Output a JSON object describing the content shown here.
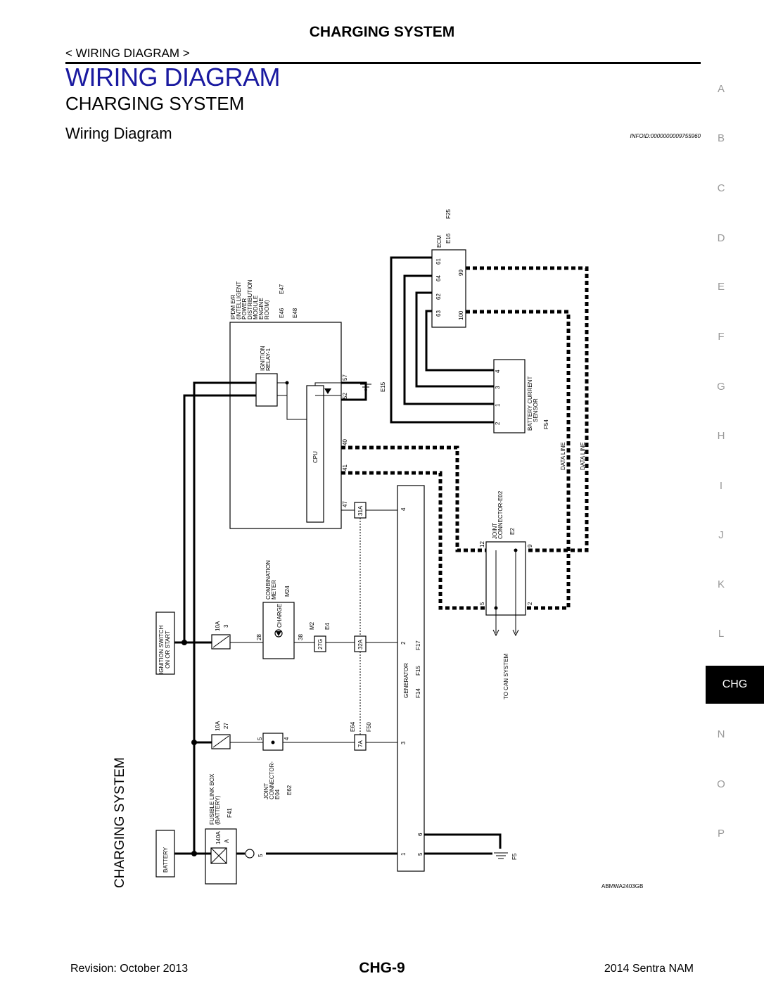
{
  "header": {
    "title": "CHARGING SYSTEM",
    "breadcrumb": "< WIRING DIAGRAM >",
    "section": "WIRING DIAGRAM",
    "subsection": "CHARGING SYSTEM",
    "topic": "Wiring Diagram",
    "infoid": "INFOID:0000000009755960"
  },
  "side_tabs": [
    "A",
    "B",
    "C",
    "D",
    "E",
    "F",
    "G",
    "H",
    "I",
    "J",
    "K",
    "L",
    "CHG",
    "N",
    "O",
    "P"
  ],
  "active_tab": "CHG",
  "diagram": {
    "title": "CHARGING SYSTEM",
    "figure_id": "ABMWA2403GB",
    "labels": {
      "ecm": "ECM",
      "ecm_e16": "E16",
      "ecm_f25": "F25",
      "ipdm_1": "IPDM E/R",
      "ipdm_2": "(INTELLIGENT",
      "ipdm_3": "POWER",
      "ipdm_4": "DISTRIBUTION",
      "ipdm_5": "MODULE",
      "ipdm_6": "ENGINE",
      "ipdm_7": "ROOM)",
      "ipdm_e46": "E46",
      "ipdm_e47": "E47",
      "ipdm_e48": "E48",
      "ign_relay_1": "IGNITION",
      "ign_relay_2": "RELAY-1",
      "cpu": "CPU",
      "e15": "E15",
      "bcs_1": "BATTERY CURRENT",
      "bcs_2": "SENSOR",
      "bcs_f54": "F54",
      "data_line_1": "DATA LINE",
      "data_line_2": "DATA LINE",
      "joint_e02_1": "JOINT",
      "joint_e02_2": "CONNECTOR-E02",
      "joint_e2": "E2",
      "to_can": "TO CAN SYSTEM",
      "combo_1": "COMBINATION",
      "combo_2": "METER",
      "combo_m24": "M24",
      "charge": "CHARGE",
      "m2": "M2",
      "e4": "E4",
      "generator": "GENERATOR",
      "gen_f14": "F14",
      "gen_f15": "F15",
      "gen_f17": "F17",
      "ign_switch_1": "IGNITION SWITCH",
      "ign_switch_2": "ON OR START",
      "fuse_10a_1": "10A",
      "fuse_3": "3",
      "fuse_10a_2": "10A",
      "fuse_27": "27",
      "joint_e04_1": "JOINT",
      "joint_e04_2": "CONNECTOR-",
      "joint_e04_3": "E04",
      "e62": "E62",
      "e64": "E64",
      "f50": "F50",
      "fusible_1": "FUSIBLE LINK BOX",
      "fusible_2": "(BATTERY)",
      "f41": "F41",
      "f140a": "140A",
      "fa": "A",
      "battery": "BATTERY",
      "f5": "F5",
      "c31a": "31A",
      "c27g": "27G",
      "c32a": "32A",
      "c7a": "7A",
      "p5": "5"
    },
    "pins": {
      "ecm_61": "61",
      "ecm_64": "64",
      "ecm_62": "62",
      "ecm_63": "63",
      "ecm_99": "99",
      "ecm_100": "100",
      "ipdm_57": "57",
      "ipdm_52": "52",
      "ipdm_40": "40",
      "ipdm_41": "41",
      "ipdm_47": "47",
      "bcs_4": "4",
      "bcs_3": "3",
      "bcs_1": "1",
      "bcs_2": "2",
      "jc_12": "12",
      "jc_9": "9",
      "jc_5": "5",
      "jc_2": "2",
      "cm_28": "28",
      "cm_38": "38",
      "gen_4": "4",
      "gen_2": "2",
      "gen_3": "3",
      "gen_6": "6",
      "gen_1": "1",
      "gen_5": "5",
      "je04_5": "5",
      "je04_4": "4"
    }
  },
  "footer": {
    "revision": "Revision: October 2013",
    "page": "CHG-9",
    "model": "2014 Sentra NAM"
  }
}
